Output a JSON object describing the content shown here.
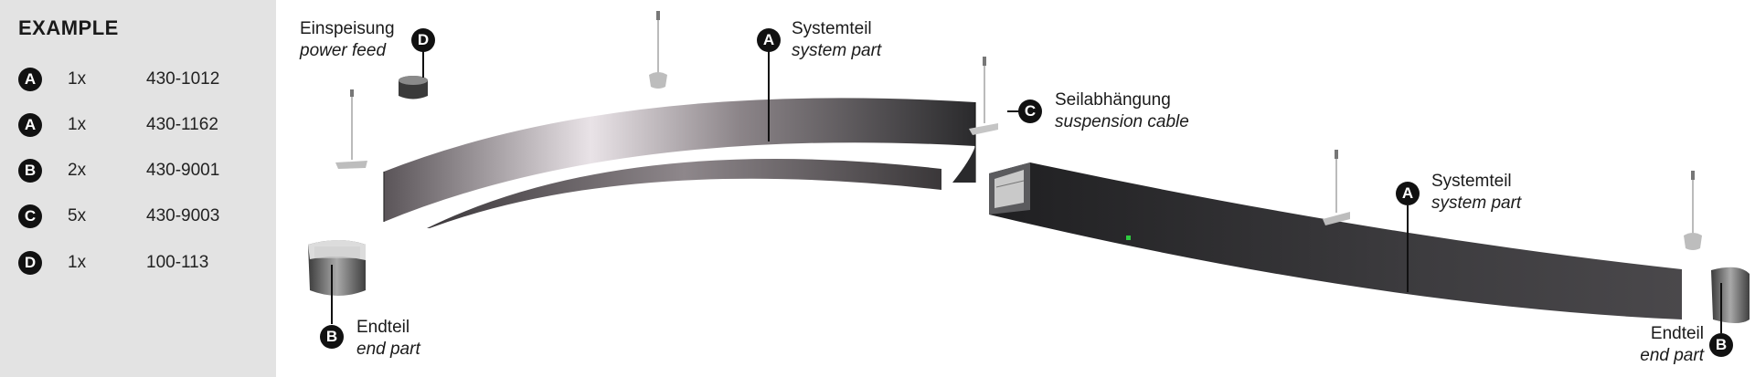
{
  "sidebar": {
    "title": "EXAMPLE",
    "items": [
      {
        "badge": "A",
        "qty": "1x",
        "article": "430-1012"
      },
      {
        "badge": "A",
        "qty": "1x",
        "article": "430-1162"
      },
      {
        "badge": "B",
        "qty": "2x",
        "article": "430-9001"
      },
      {
        "badge": "C",
        "qty": "5x",
        "article": "430-9003"
      },
      {
        "badge": "D",
        "qty": "1x",
        "article": "100-113"
      }
    ]
  },
  "callouts": {
    "power_feed": {
      "badge": "D",
      "de": "Einspeisung",
      "en": "power feed"
    },
    "system_part_1": {
      "badge": "A",
      "de": "Systemteil",
      "en": "system part"
    },
    "suspension": {
      "badge": "C",
      "de": "Seilabhängung",
      "en": "suspension cable"
    },
    "system_part_2": {
      "badge": "A",
      "de": "Systemteil",
      "en": "system part"
    },
    "end_part_left": {
      "badge": "B",
      "de": "Endteil",
      "en": "end part"
    },
    "end_part_right": {
      "badge": "B",
      "de": "Endteil",
      "en": "end part"
    }
  },
  "colors": {
    "sidebar_bg": "#e3e3e3",
    "badge": "#111111",
    "profile_dark": "#2b2b2d",
    "profile_light": "#d9d2d6"
  }
}
